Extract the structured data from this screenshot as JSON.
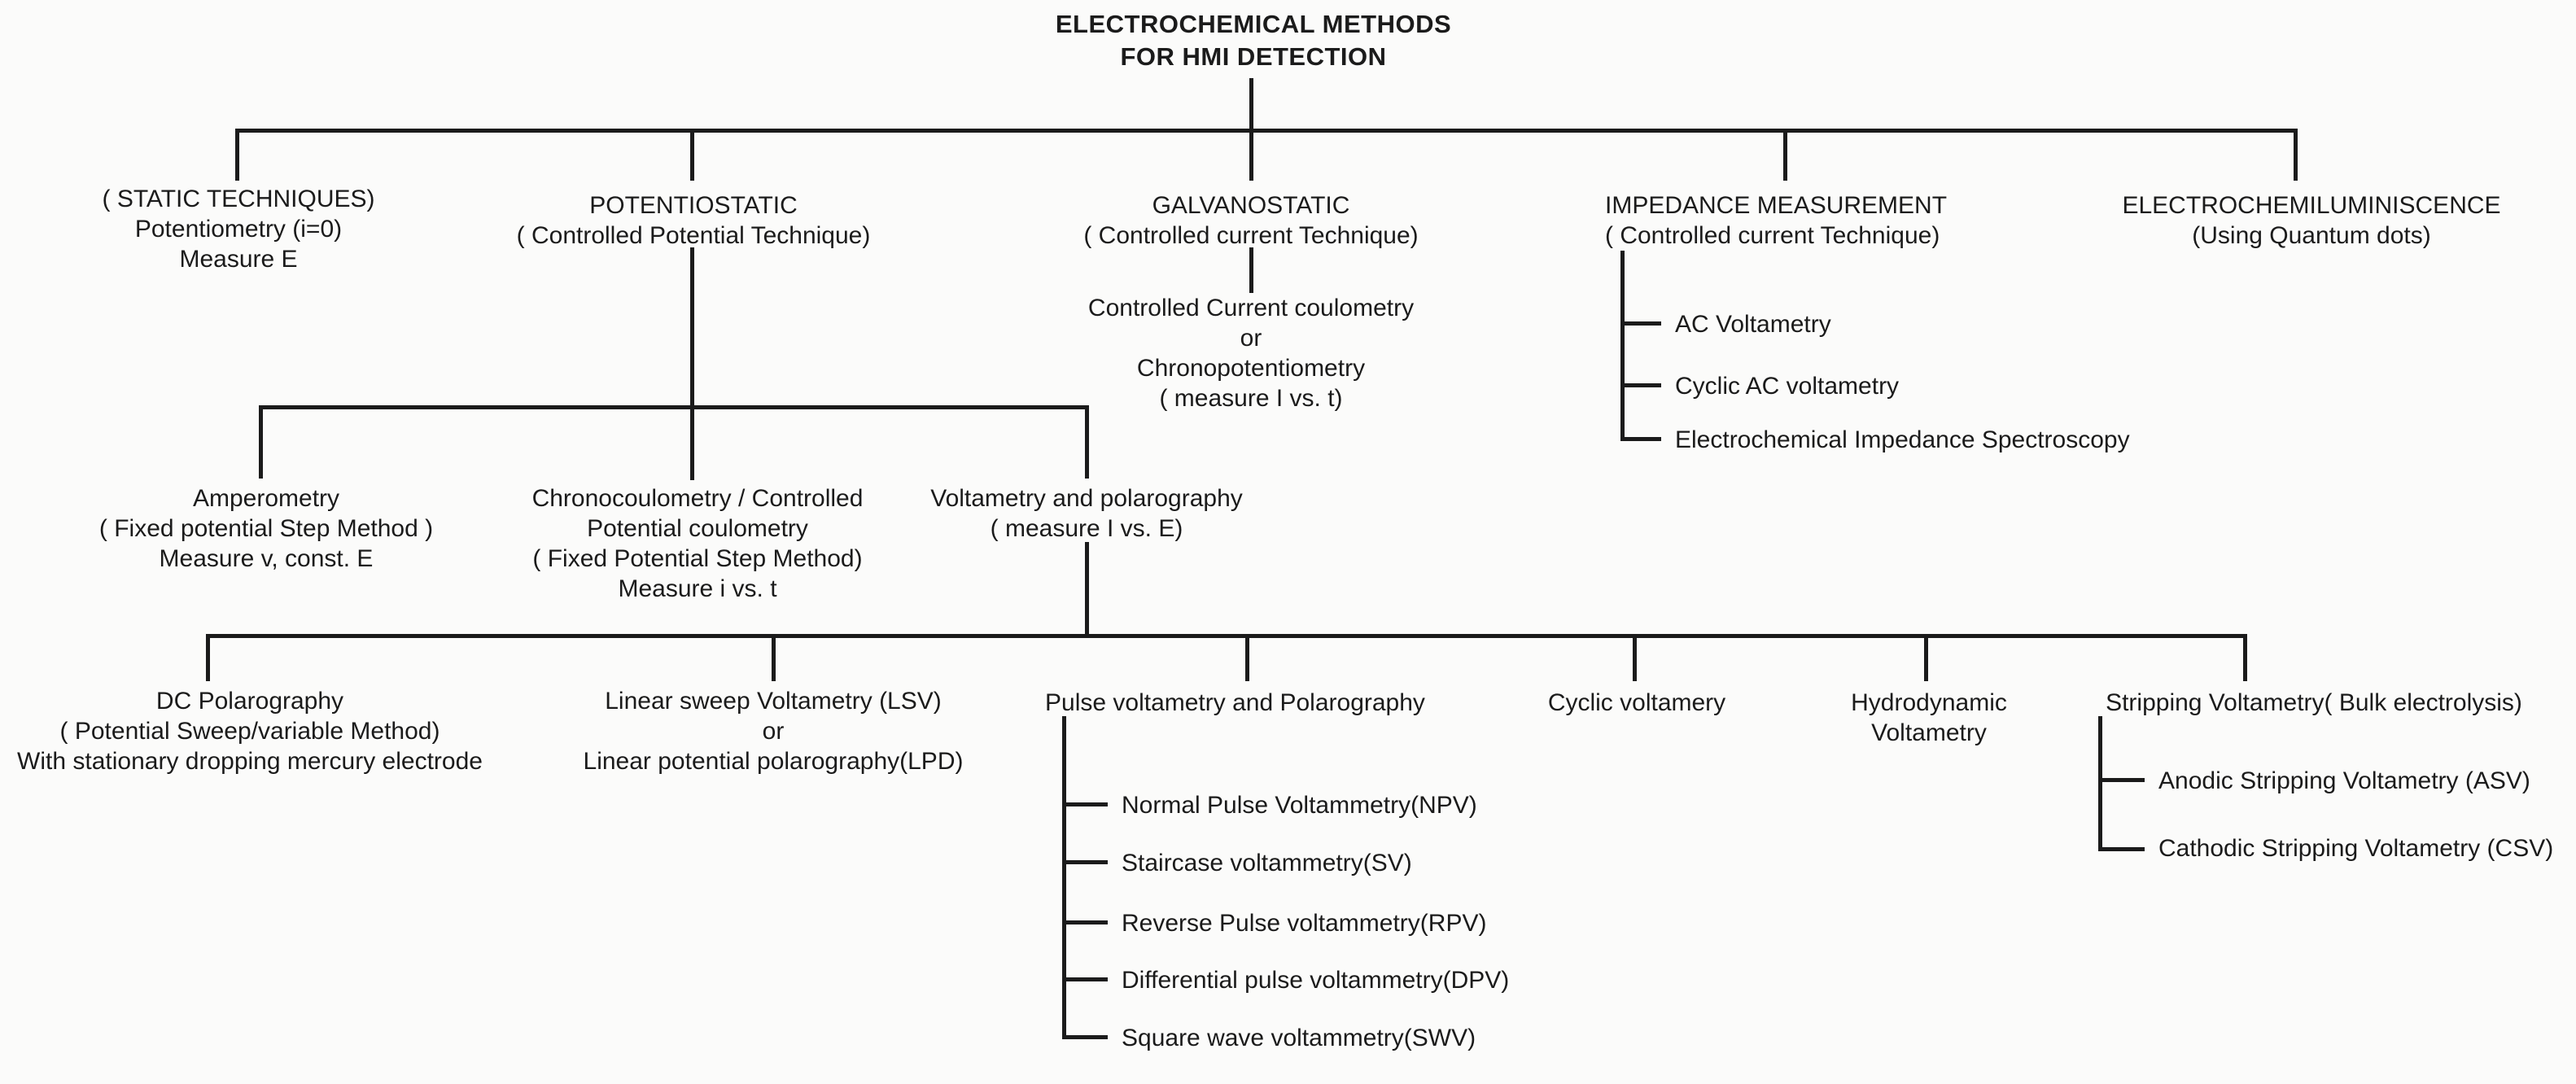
{
  "diagram": {
    "title": "ELECTROCHEMICAL METHODS\nFOR HMI DETECTION",
    "static_techniques": "( STATIC TECHNIQUES)\nPotentiometry (i=0)\nMeasure E",
    "potentiostatic": {
      "label": "POTENTIOSTATIC\n( Controlled Potential Technique)",
      "amperometry": "Amperometry\n( Fixed potential Step Method )\nMeasure v, const. E",
      "chronocoulometry": "Chronocoulometry / Controlled\nPotential coulometry\n( Fixed Potential Step Method)\nMeasure i vs. t",
      "voltametry_polarography": {
        "label": "Voltametry and polarography\n( measure I vs. E)",
        "dc_polarography": "DC Polarography\n( Potential Sweep/variable Method)\nWith stationary dropping mercury electrode",
        "linear_sweep": "Linear sweep Voltametry (LSV)\nor\nLinear potential polarography(LPD)",
        "pulse": {
          "label": "Pulse voltametry and Polarography",
          "children": [
            "Normal Pulse Voltammetry(NPV)",
            "Staircase voltammetry(SV)",
            "Reverse Pulse voltammetry(RPV)",
            "Differential pulse voltammetry(DPV)",
            "Square wave voltammetry(SWV)"
          ]
        },
        "cyclic": "Cyclic voltamery",
        "hydrodynamic": "Hydrodynamic\nVoltametry",
        "stripping": {
          "label": "Stripping Voltametry( Bulk electrolysis)",
          "children": [
            "Anodic Stripping Voltametry (ASV)",
            "Cathodic Stripping Voltametry (CSV)"
          ]
        }
      }
    },
    "galvanostatic": {
      "label": "GALVANOSTATIC\n( Controlled current Technique)",
      "child": "Controlled Current coulometry\nor\nChronopotentiometry\n( measure I vs. t)"
    },
    "impedance": {
      "label": "IMPEDANCE MEASUREMENT\n( Controlled current Technique)",
      "children": [
        "AC Voltametry",
        "Cyclic AC voltametry",
        "Electrochemical Impedance Spectroscopy"
      ]
    },
    "electrochemiluminiscence": "ELECTROCHEMILUMINISCENCE\n(Using Quantum dots)"
  },
  "colors": {
    "line": "#1b1b1b",
    "text": "#1b1b1b",
    "background": "#fbfbfa"
  }
}
